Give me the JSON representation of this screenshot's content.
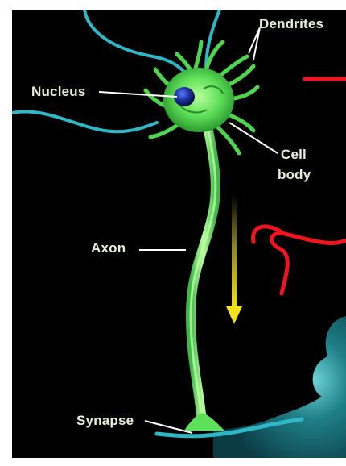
{
  "labels": {
    "dendrites": "Dendrites",
    "nucleus": "Nucleus",
    "cell_body_line1": "Cell",
    "cell_body_line2": "body",
    "axon": "Axon",
    "synapse": "Synapse"
  },
  "colors": {
    "background": "#000000",
    "neuron_green": "#5fe05a",
    "nucleus_blue": "#1c2d9a",
    "dendrite_cyan": "#2fb7c6",
    "arrow_yellow": "#f2e21a",
    "annotation_red": "#f0141e",
    "label_text": "#e6f0d6",
    "target_cell": "#1f7f88"
  }
}
